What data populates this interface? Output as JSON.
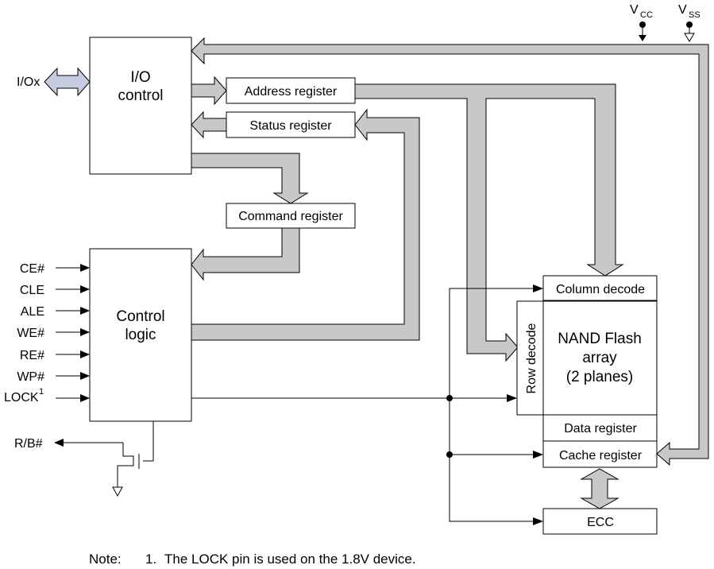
{
  "power": {
    "vcc_main": "V",
    "vcc_sub": "CC",
    "vss_main": "V",
    "vss_sub": "SS"
  },
  "blocks": {
    "io_control": [
      "I/O",
      "control"
    ],
    "address_register": "Address register",
    "status_register": "Status register",
    "command_register": "Command register",
    "control_logic": [
      "Control",
      "logic"
    ],
    "column_decode": "Column decode",
    "row_decode": "Row decode",
    "nand_array": [
      "NAND Flash",
      "array",
      "(2 planes)"
    ],
    "data_register": "Data register",
    "cache_register": "Cache register",
    "ecc": "ECC"
  },
  "signals": {
    "io": "I/Ox",
    "inputs": [
      "CE#",
      "CLE",
      "ALE",
      "WE#",
      "RE#",
      "WP#",
      "LOCK"
    ],
    "lock_footnote_mark": "1",
    "rb": "R/B#"
  },
  "note": {
    "label": "Note:",
    "number": "1.",
    "text": "The LOCK pin is used on the 1.8V device."
  },
  "colors": {
    "bus_fill": "#c8c8c8",
    "io_arrow_fill": "#c6cde3",
    "line": "#000000"
  }
}
